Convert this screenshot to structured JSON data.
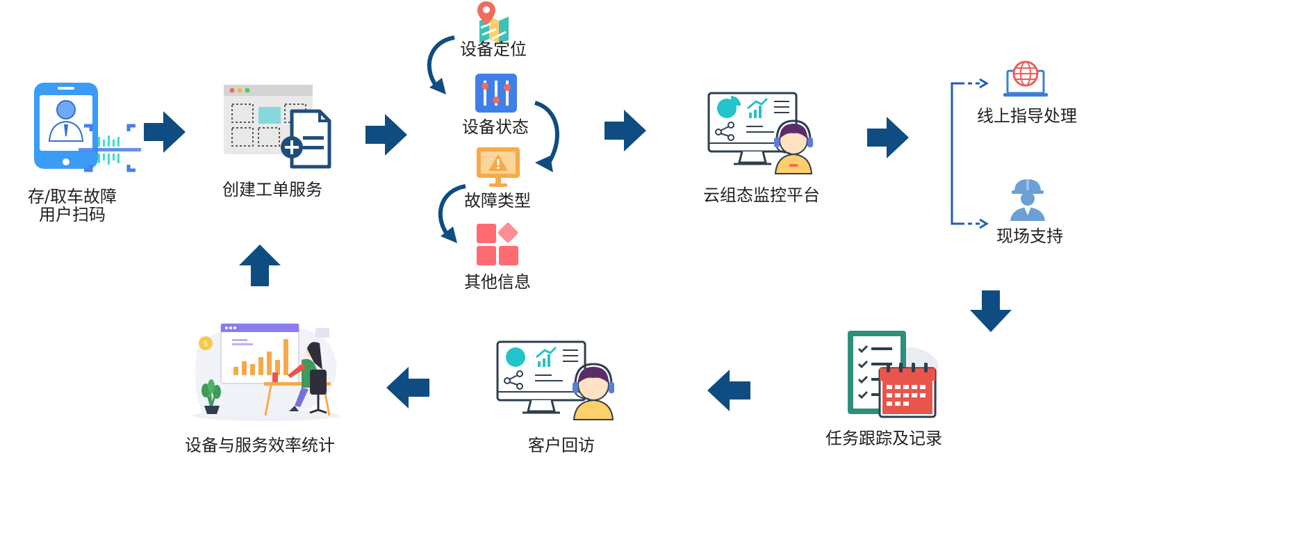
{
  "diagram": {
    "scan": {
      "line1": "存/取车故障",
      "line2": "用户扫码"
    },
    "create_order": {
      "label": "创建工单服务"
    },
    "info": {
      "location": "设备定位",
      "status": "设备状态",
      "fault_type": "故障类型",
      "other": "其他信息"
    },
    "platform": {
      "label": "云组态监控平台"
    },
    "online": {
      "label": "线上指导处理"
    },
    "onsite": {
      "label": "现场支持"
    },
    "tracking": {
      "label": "任务跟踪及记录"
    },
    "revisit": {
      "label": "客户回访"
    },
    "statistics": {
      "label": "设备与服务效率统计"
    }
  },
  "colors": {
    "arrow": "#0f4c81",
    "phone": "#3b9cf5",
    "scan_lines": "#3be0c7",
    "monitor_outline": "#2f3e4e",
    "teal": "#22c3c9",
    "red_pin": "#f26b5b",
    "warning_orange": "#f7a94a",
    "tiles_red": "#ff6b72",
    "slider_blue": "#3f7fe8",
    "globe_red": "#f05a5a",
    "worker_blue": "#6d9fd5",
    "calendar_red": "#e8564b",
    "clipboard_green": "#2f8f7a"
  },
  "icons": [
    "phone-scan-icon",
    "form-document-icon",
    "map-pin-icon",
    "sliders-icon",
    "warning-monitor-icon",
    "tiles-icon",
    "monitor-support-icon",
    "globe-laptop-icon",
    "worker-icon",
    "clipboard-calendar-icon",
    "analytics-person-icon"
  ]
}
